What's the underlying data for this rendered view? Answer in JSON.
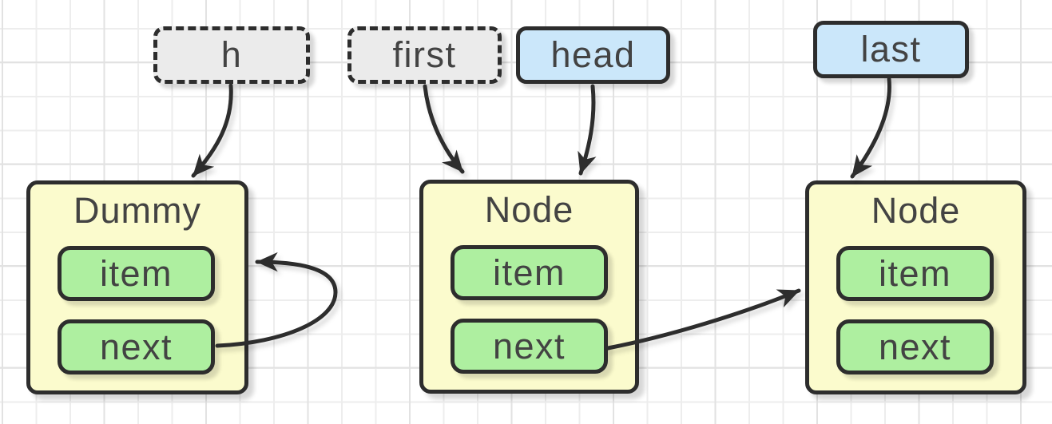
{
  "colors": {
    "background": "#ffffff",
    "grid-line": "#ededed",
    "grid-major": "#e2e2e2",
    "stroke": "#2d2d2d",
    "text": "#434343",
    "arrow": "#2d2d2d",
    "node-fill": "#fbfbcd",
    "field-fill": "#aeefa0",
    "pointer-fill": "#cbe7fa",
    "temp-pointer-fill": "#ebebeb"
  },
  "pointers": [
    {
      "label": "h",
      "style": "dashed-gray"
    },
    {
      "label": "first",
      "style": "dashed-gray"
    },
    {
      "label": "head",
      "style": "solid-blue"
    },
    {
      "label": "last",
      "style": "solid-blue"
    }
  ],
  "nodes": [
    {
      "title": "Dummy",
      "fields": [
        "item",
        "next"
      ]
    },
    {
      "title": "Node",
      "fields": [
        "item",
        "next"
      ]
    },
    {
      "title": "Node",
      "fields": [
        "item",
        "next"
      ]
    }
  ],
  "edges": [
    {
      "from": "h",
      "to": "Dummy"
    },
    {
      "from": "first",
      "to": "Node (middle)"
    },
    {
      "from": "head",
      "to": "Node (middle)"
    },
    {
      "from": "last",
      "to": "Node (right)"
    },
    {
      "from": "Dummy.next",
      "to": "Dummy (self-loop)"
    },
    {
      "from": "Node (middle).next",
      "to": "Node (right)"
    }
  ]
}
